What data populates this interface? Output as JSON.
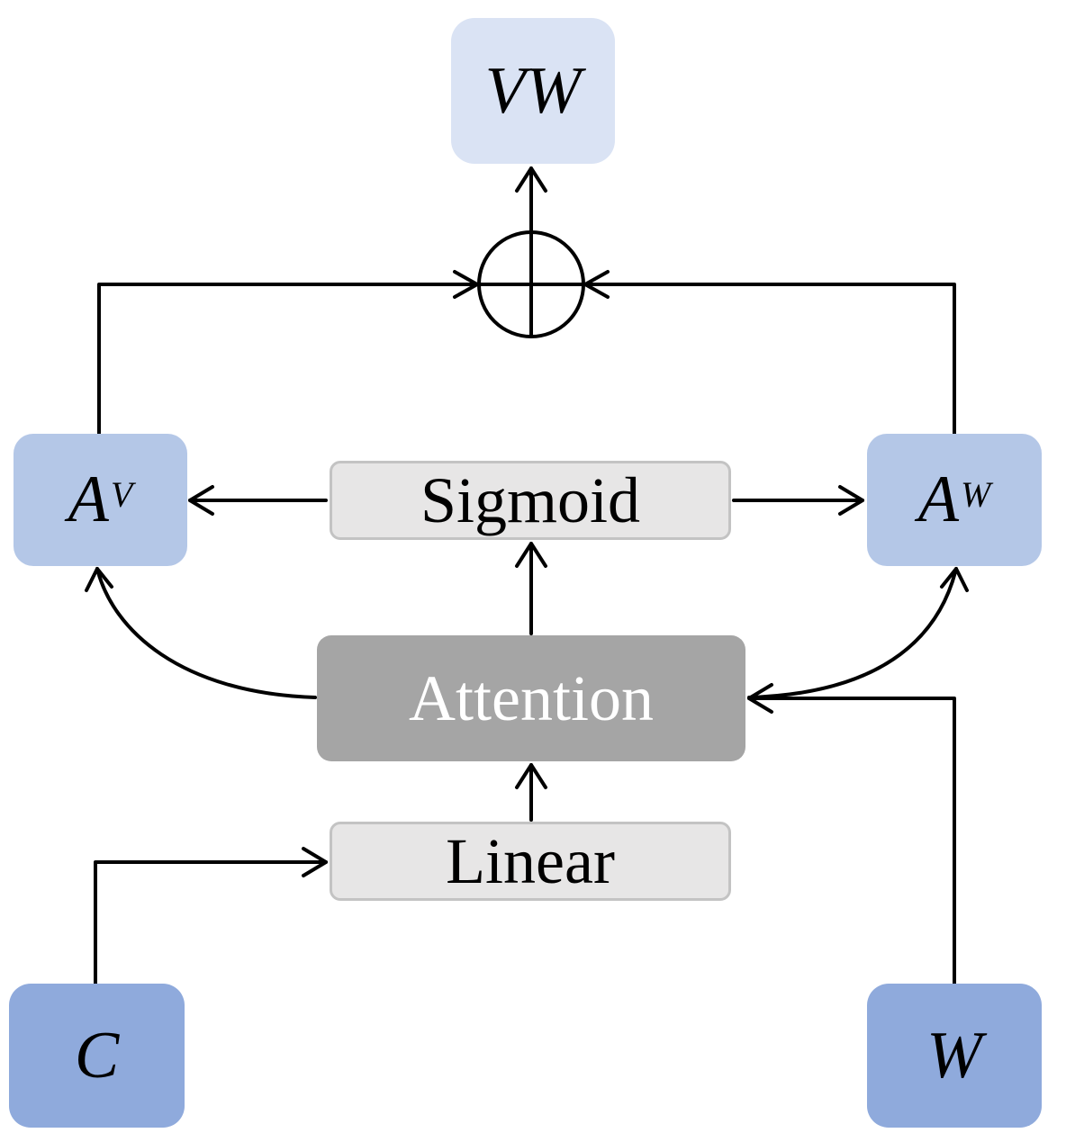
{
  "nodes": {
    "vw": {
      "main": "VW",
      "sup": ""
    },
    "a_v": {
      "main": "A",
      "sup": "V"
    },
    "a_w": {
      "main": "A",
      "sup": "W"
    },
    "c": {
      "main": "C",
      "sup": ""
    },
    "w": {
      "main": "W",
      "sup": ""
    },
    "sigmoid": {
      "label": "Sigmoid"
    },
    "attention": {
      "label": "Attention"
    },
    "linear": {
      "label": "Linear"
    }
  },
  "operators": {
    "combine": "sum-circle-icon"
  },
  "edges": [
    {
      "from": "c",
      "to": "linear"
    },
    {
      "from": "linear",
      "to": "attention"
    },
    {
      "from": "w",
      "to": "attention"
    },
    {
      "from": "attention",
      "to": "sigmoid"
    },
    {
      "from": "attention",
      "to": "a_v"
    },
    {
      "from": "attention",
      "to": "a_w"
    },
    {
      "from": "sigmoid",
      "to": "a_v"
    },
    {
      "from": "sigmoid",
      "to": "a_w"
    },
    {
      "from": "a_v",
      "to": "combine"
    },
    {
      "from": "a_w",
      "to": "combine"
    },
    {
      "from": "combine",
      "to": "vw"
    }
  ],
  "colors": {
    "output": "#dae3f4",
    "intermediate": "#b4c7e7",
    "input": "#8faadc",
    "op_box": "#e7e6e6",
    "attention_box": "#a5a5a5"
  }
}
